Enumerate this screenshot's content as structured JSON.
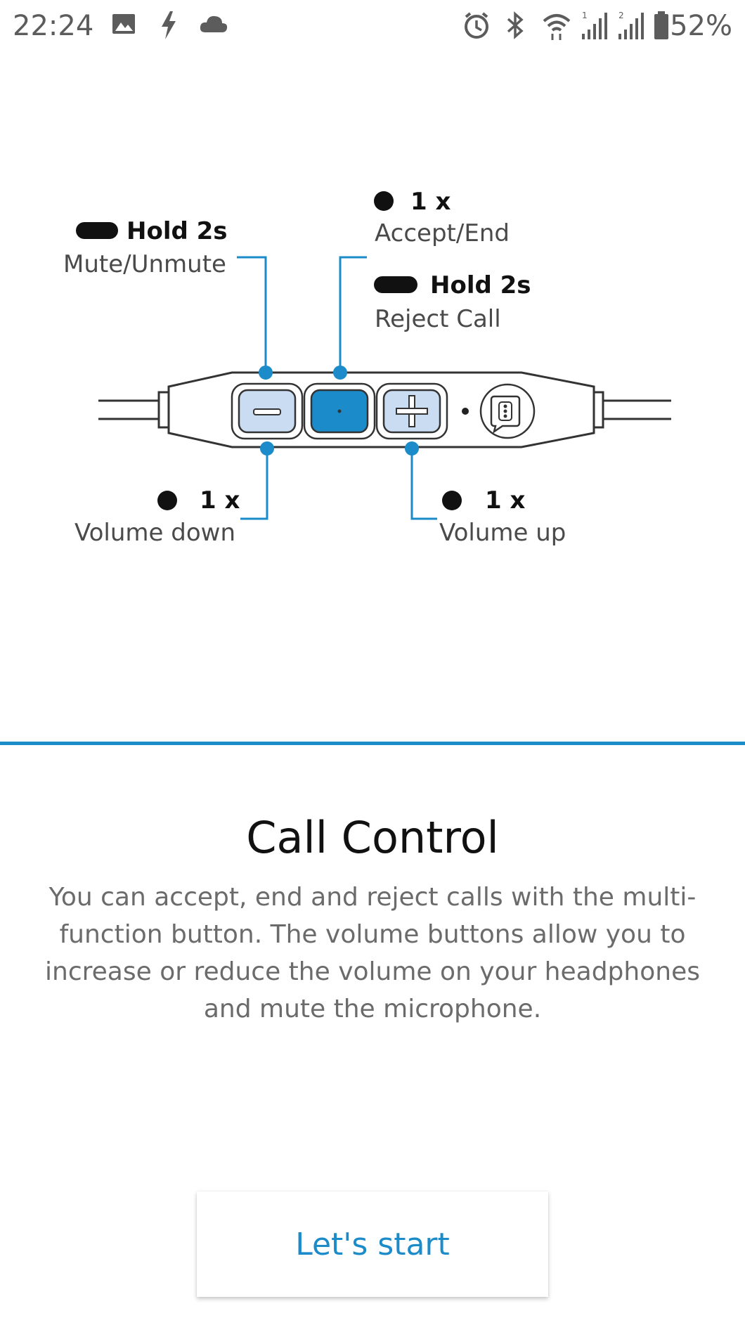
{
  "status_bar": {
    "time": "22:24",
    "battery": "52%",
    "icons": [
      "image-icon",
      "flash-icon",
      "cloud-icon",
      "alarm-icon",
      "bluetooth-icon",
      "wifi-icon",
      "signal-1-icon",
      "signal-2-icon",
      "battery-icon"
    ]
  },
  "diagram": {
    "mute": {
      "action": "Hold  2s",
      "desc": "Mute/Unmute"
    },
    "accept": {
      "action": "1 x",
      "desc": "Accept/End"
    },
    "reject": {
      "action": "Hold  2s",
      "desc": "Reject Call"
    },
    "volume_down": {
      "action": "1 x",
      "desc": "Volume down"
    },
    "volume_up": {
      "action": "1 x",
      "desc": "Volume up"
    }
  },
  "content": {
    "title": "Call Control",
    "description": "You can accept, end and reject calls with the multi-function button. The volume buttons allow you to increase or reduce the volume on your headphones and mute the microphone."
  },
  "actions": {
    "start_label": "Let's start"
  },
  "colors": {
    "accent": "#1b8bc9",
    "button_light": "#c9dcf2"
  }
}
